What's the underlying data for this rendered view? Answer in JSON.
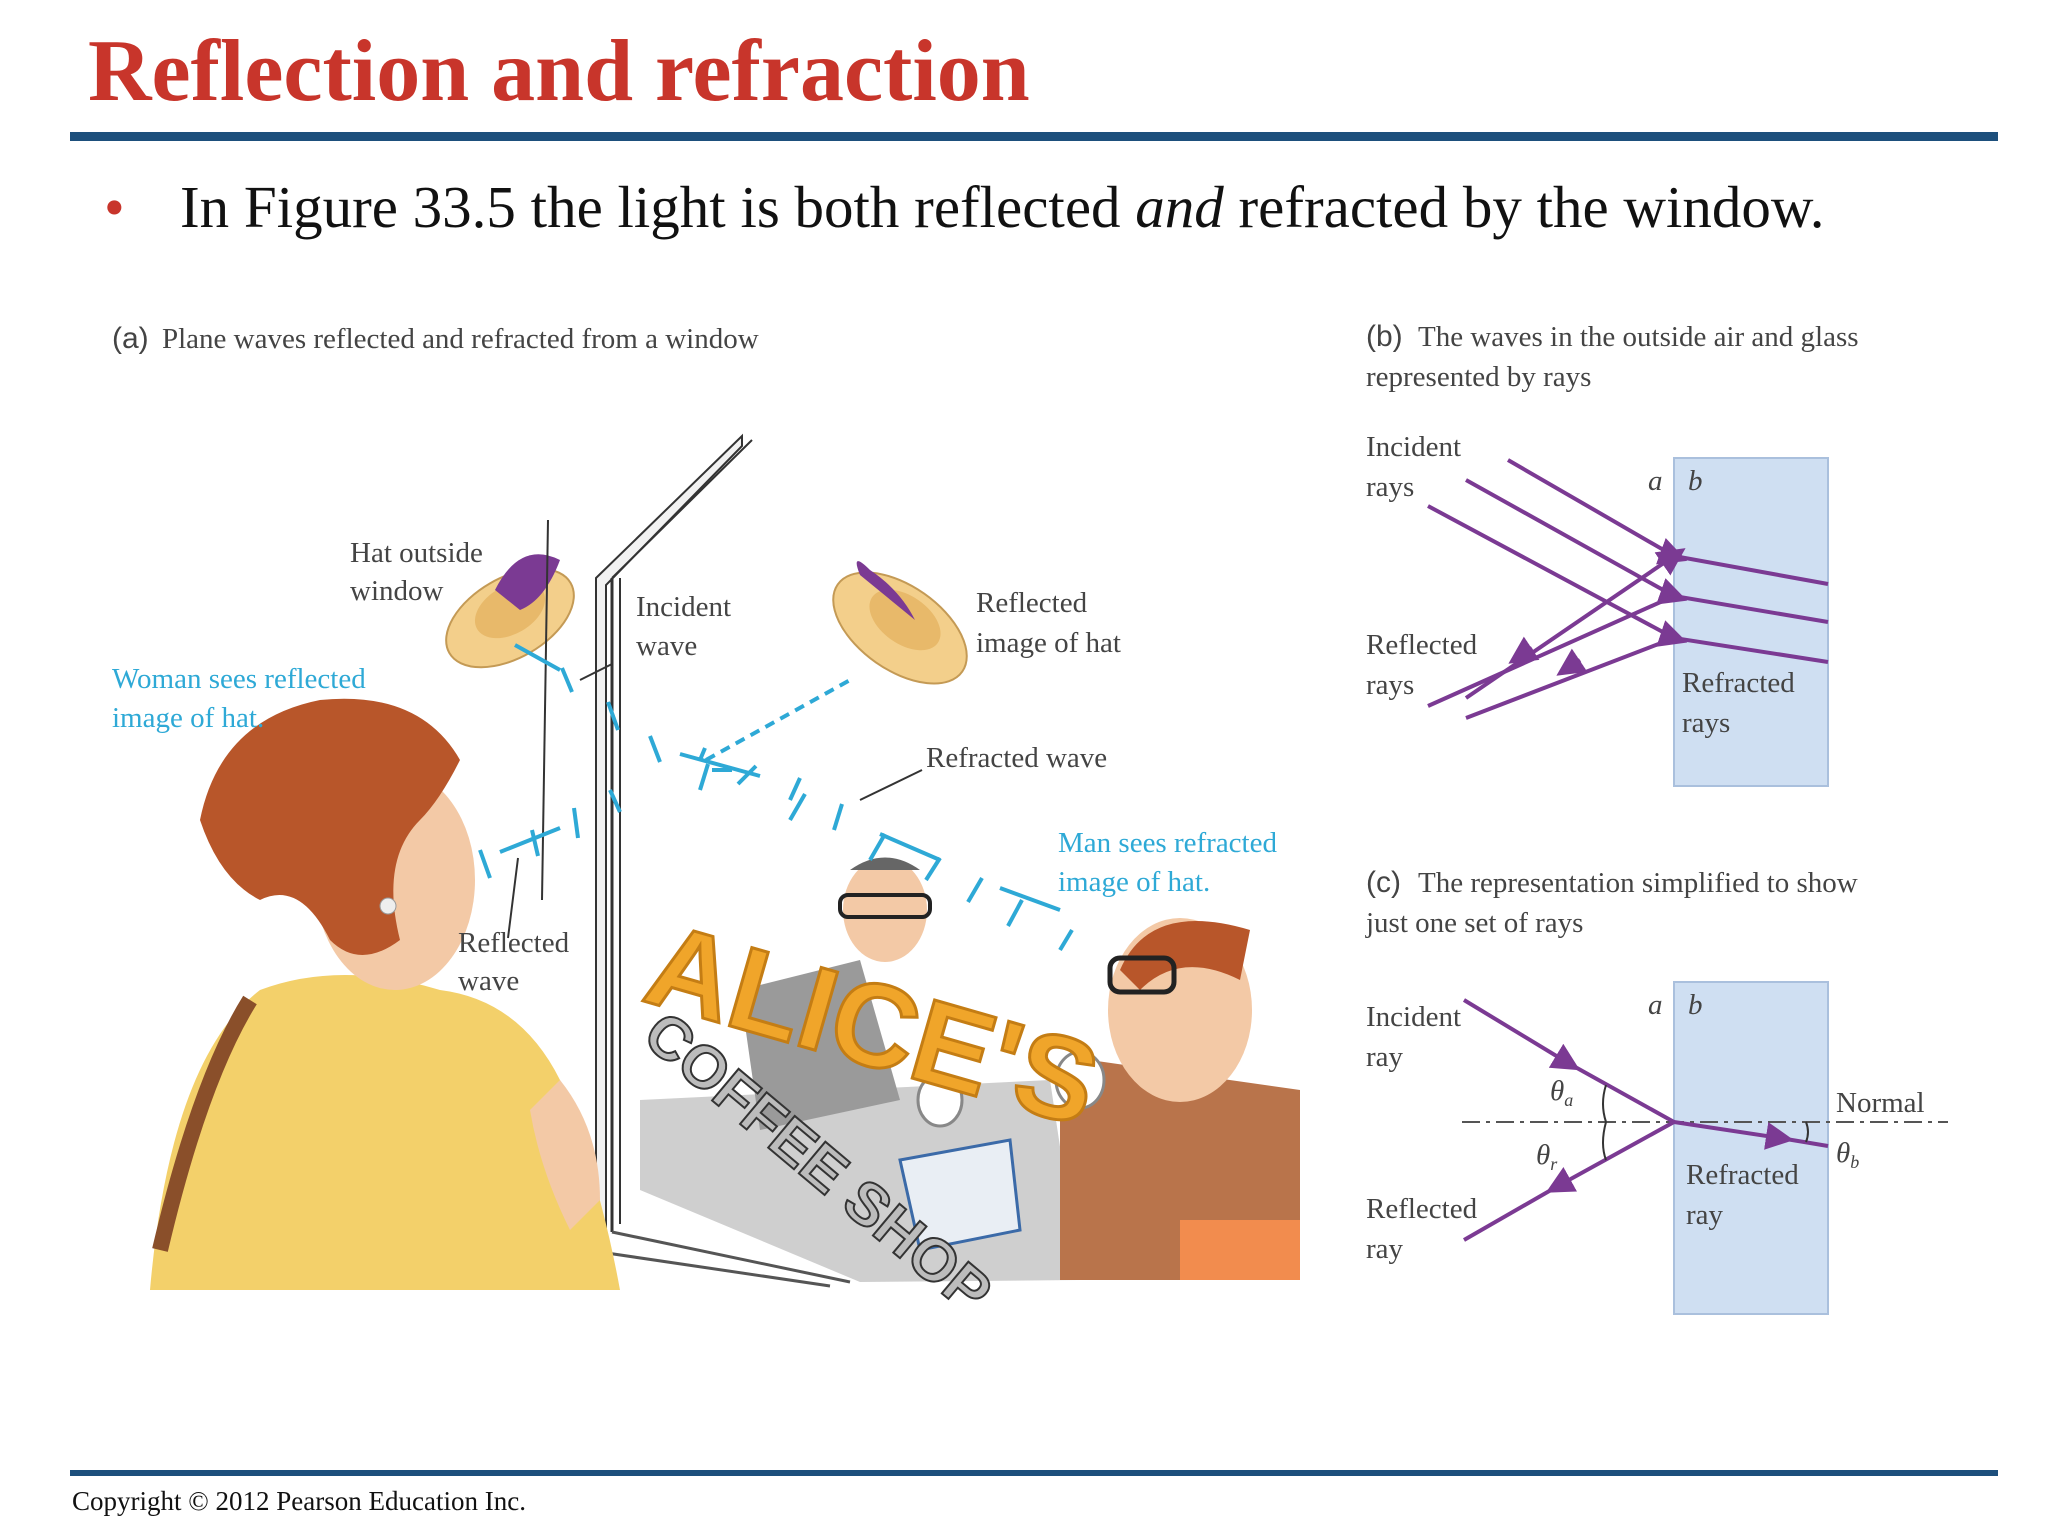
{
  "slide": {
    "title": "Reflection and refraction",
    "bullet": {
      "before": "In Figure 33.5 the light is both reflected ",
      "emph": "and",
      "after": " refracted by the window."
    },
    "copyright": "Copyright © 2012 Pearson Education Inc."
  },
  "panel_a": {
    "tag": "(a)",
    "caption": "Plane waves reflected and refracted from a window",
    "hat_outside_1": "Hat outside",
    "hat_outside_2": "window",
    "incident_1": "Incident",
    "incident_2": "wave",
    "reflected_image_1": "Reflected",
    "reflected_image_2": "image of hat",
    "woman_1": "Woman sees reflected",
    "woman_2": "image of hat.",
    "refracted_wave": "Refracted wave",
    "man_1": "Man sees refracted",
    "man_2": "image of hat.",
    "reflected_wave_1": "Reflected",
    "reflected_wave_2": "wave",
    "sign_alices": "ALICE'S",
    "sign_shop": "COFFEE SHOP"
  },
  "panel_b": {
    "tag": "(b)",
    "caption_1": "The waves in the outside air and glass",
    "caption_2": "represented by rays",
    "incident_1": "Incident",
    "incident_2": "rays",
    "reflected_1": "Reflected",
    "reflected_2": "rays",
    "refracted_1": "Refracted",
    "refracted_2": "rays",
    "a": "a",
    "b": "b"
  },
  "panel_c": {
    "tag": "(c)",
    "caption_1": "The representation simplified to show",
    "caption_2": "just one set of rays",
    "incident_1": "Incident",
    "incident_2": "ray",
    "reflected_1": "Reflected",
    "reflected_2": "ray",
    "refracted_1": "Refracted",
    "refracted_2": "ray",
    "normal": "Normal",
    "theta": "θ",
    "sub_a": "a",
    "sub_r": "r",
    "sub_b": "b",
    "a": "a",
    "b": "b"
  },
  "colors": {
    "title_red": "#c8352b",
    "rule_blue": "#1d4f7c",
    "wave_cyan": "#2ea9d6",
    "ray_purple": "#7b3a93",
    "glass_blue": "#cfdff2",
    "sign_orange": "#f0a52a",
    "hat_tan": "#f3cf8b",
    "hair_brown": "#b8562a"
  }
}
